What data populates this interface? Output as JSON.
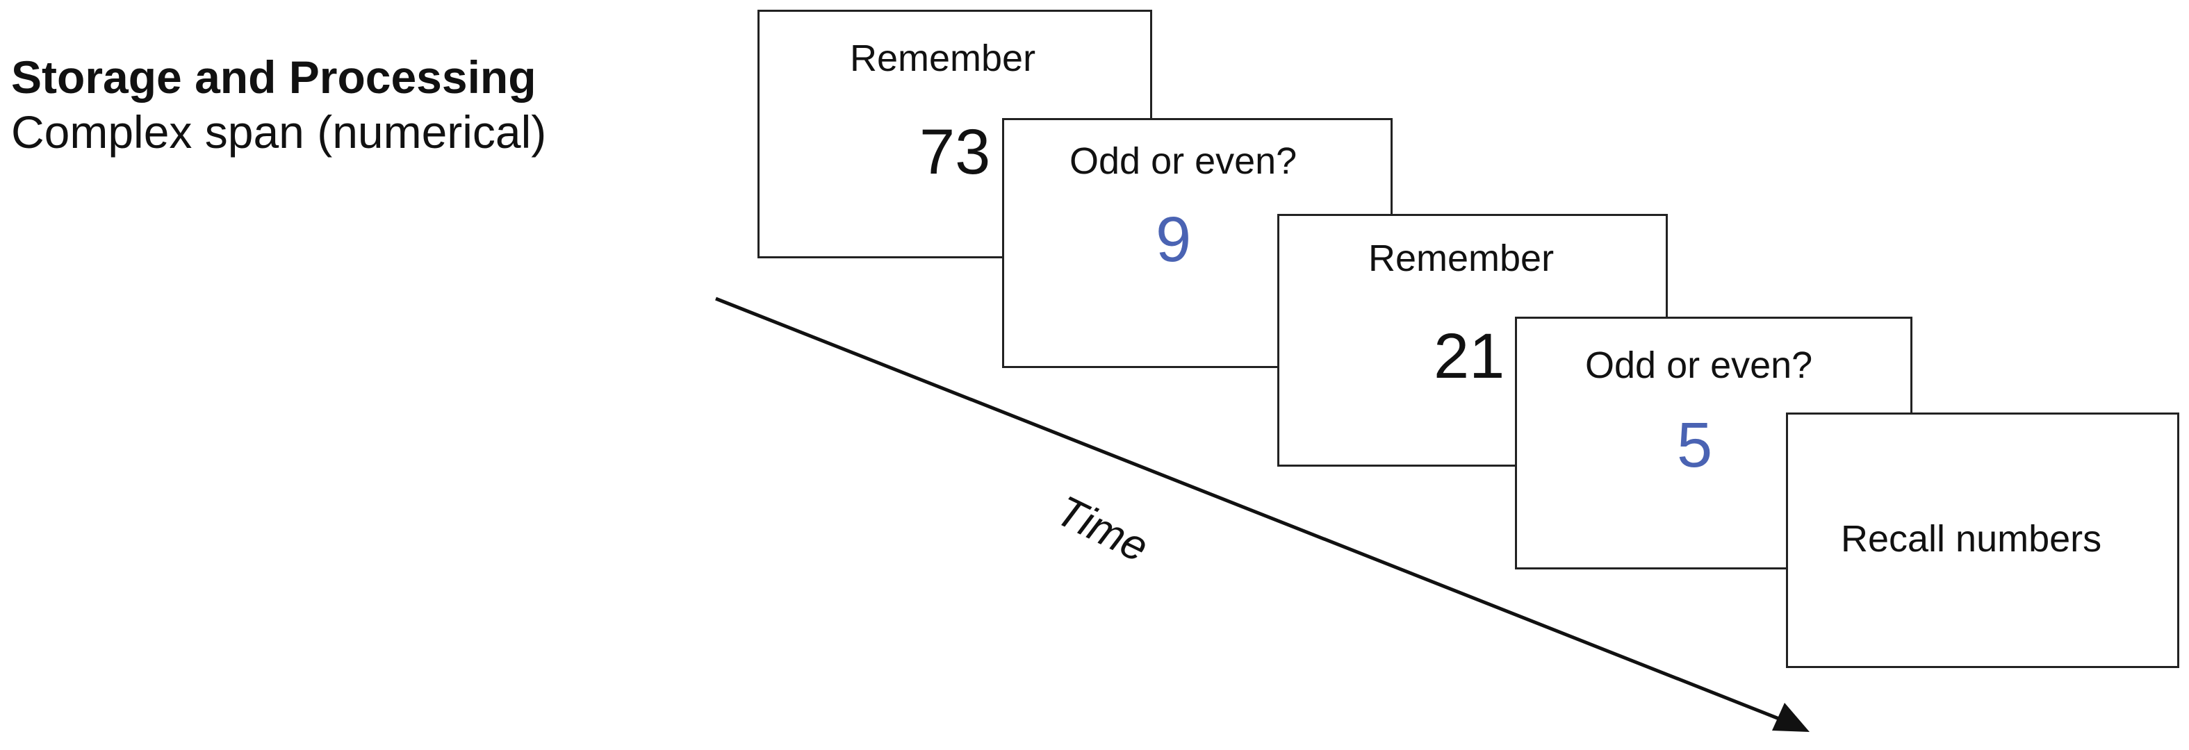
{
  "heading": {
    "title": "Storage and Processing",
    "subtitle": "Complex span (numerical)"
  },
  "screens": [
    {
      "prompt": "Remember",
      "value": "73"
    },
    {
      "prompt": "Odd or even?",
      "value": "9"
    },
    {
      "prompt": "Remember",
      "value": "21"
    },
    {
      "prompt": "Odd or even?",
      "value": "5"
    },
    {
      "prompt": "Recall numbers"
    }
  ],
  "time_axis": {
    "label": "Time"
  },
  "colors": {
    "processing_digit": "#4a63b3",
    "text": "#111111",
    "border": "#222222"
  }
}
